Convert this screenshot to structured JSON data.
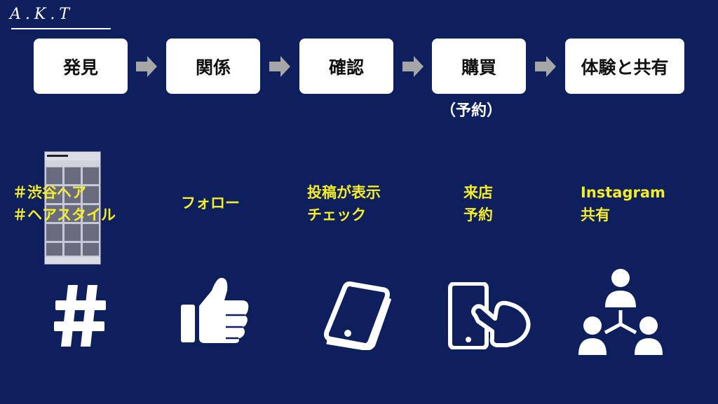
{
  "logo": {
    "text": "A.K.T"
  },
  "steps": [
    {
      "label": "発見"
    },
    {
      "label": "関係"
    },
    {
      "label": "確認"
    },
    {
      "label": "購買"
    },
    {
      "label": "体験と共有"
    }
  ],
  "purchase_sub": "（予約）",
  "labels": [
    {
      "line1": "＃渋谷ヘア",
      "line2": "＃ヘアスタイル"
    },
    {
      "line1": "フォロー",
      "line2": ""
    },
    {
      "line1": "投稿が表示",
      "line2": "チェック"
    },
    {
      "line1": "来店",
      "line2": "予約"
    },
    {
      "line1": "Instagram",
      "line2": "共有"
    }
  ],
  "icons": [
    "hashtag-icon",
    "thumbs-up-icon",
    "smartphone-icon",
    "phone-tap-icon",
    "network-people-icon"
  ],
  "colors": {
    "background": "#0d1f5c",
    "box": "#ffffff",
    "arrow": "#a6a6a6",
    "label": "#f5ec2a"
  }
}
